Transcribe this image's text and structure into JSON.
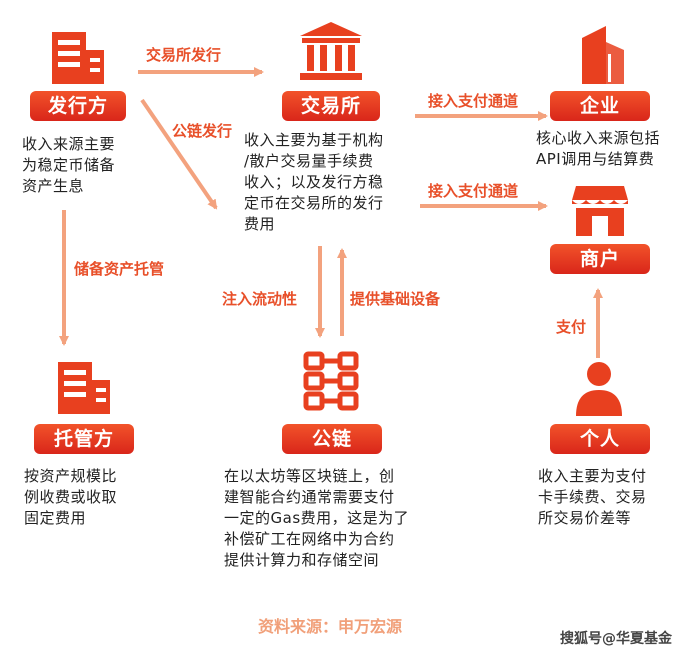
{
  "nodes": {
    "issuer": {
      "label": "发行方",
      "desc": [
        "收入来源主要",
        "为稳定币储备",
        "资产生息"
      ]
    },
    "exchange": {
      "label": "交易所",
      "desc": [
        "收入主要为基于机构",
        "/散户交易量手续费",
        "收入；以及发行方稳",
        "定币在交易所的发行",
        "费用"
      ]
    },
    "enterprise": {
      "label": "企业",
      "desc": [
        "核心收入来源包括",
        "API调用与结算费"
      ]
    },
    "merchant": {
      "label": "商户"
    },
    "custodian": {
      "label": "托管方",
      "desc": [
        "按资产规模比",
        "例收费或收取",
        "固定费用"
      ]
    },
    "chain": {
      "label": "公链",
      "desc": [
        "在以太坊等区块链上，创",
        "建智能合约通常需要支付",
        "一定的Gas费用，这是为了",
        "补偿矿工在网络中为合约",
        "提供计算力和存储空间"
      ]
    },
    "individual": {
      "label": "个人",
      "desc": [
        "收入主要为支付",
        "卡手续费、交易",
        "所交易价差等"
      ]
    }
  },
  "edges": {
    "issuer_to_exchange": "交易所发行",
    "issuer_to_chain": "公链发行",
    "exchange_to_enterprise": "接入支付通道",
    "exchange_to_merchant": "接入支付通道",
    "issuer_to_custodian": "储备资产托管",
    "exchange_to_chain": "注入流动性",
    "chain_to_exchange": "提供基础设备",
    "individual_to_merchant": "支付"
  },
  "footer": {
    "source": "资料来源：申万宏源",
    "watermark": "搜狐号@华夏基金"
  },
  "colors": {
    "accent": "#e8401f",
    "arrow": "#f3a27e"
  }
}
